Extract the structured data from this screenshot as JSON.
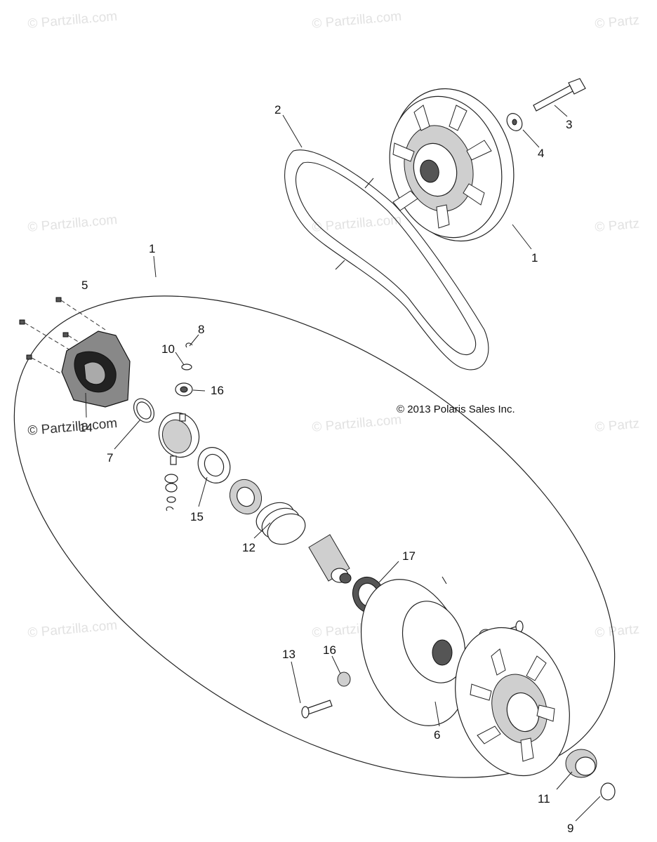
{
  "watermark": {
    "text": "© Partzilla.com",
    "edge_text": "© Partz"
  },
  "copyright": "© 2013 Polaris Sales Inc.",
  "callouts": {
    "c1_top": "1",
    "c1_left": "1",
    "c2": "2",
    "c3": "3",
    "c4": "4",
    "c5": "5",
    "c6": "6",
    "c7": "7",
    "c8": "8",
    "c9": "9",
    "c10": "10",
    "c11": "11",
    "c12": "12",
    "c13": "13",
    "c14": "14",
    "c15": "15",
    "c16_upper": "16",
    "c16_lower": "16",
    "c17": "17"
  }
}
